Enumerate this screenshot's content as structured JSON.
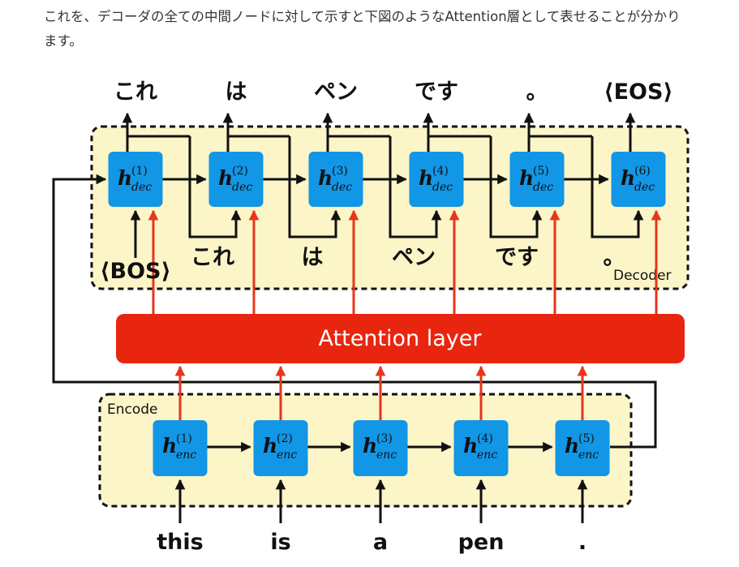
{
  "intro_text": "これを、デコーダの全ての中間ノードに対して示すと下図のようなAttention層として表せることが分かります。",
  "diagram": {
    "decoder_label": "Decoder",
    "encoder_label": "Encode",
    "attention_label": "Attention layer",
    "node_symbol": "h",
    "decoder_subscript": "dec",
    "encoder_subscript": "enc",
    "decoder_outputs": [
      "これ",
      "は",
      "ペン",
      "です",
      "。",
      "⟨EOS⟩"
    ],
    "decoder_inputs": [
      "⟨BOS⟩",
      "これ",
      "は",
      "ペン",
      "です",
      "。"
    ],
    "decoder_nodes": [
      "(1)",
      "(2)",
      "(3)",
      "(4)",
      "(5)",
      "(6)"
    ],
    "encoder_nodes": [
      "(1)",
      "(2)",
      "(3)",
      "(4)",
      "(5)"
    ],
    "encoder_inputs": [
      "this",
      "is",
      "a",
      "pen",
      "."
    ],
    "colors": {
      "node_fill": "#1296e6",
      "attention_fill": "#e8260f",
      "attention_arrow": "#e8351c",
      "panel_fill": "#fbf5c8",
      "line": "#111111"
    }
  }
}
